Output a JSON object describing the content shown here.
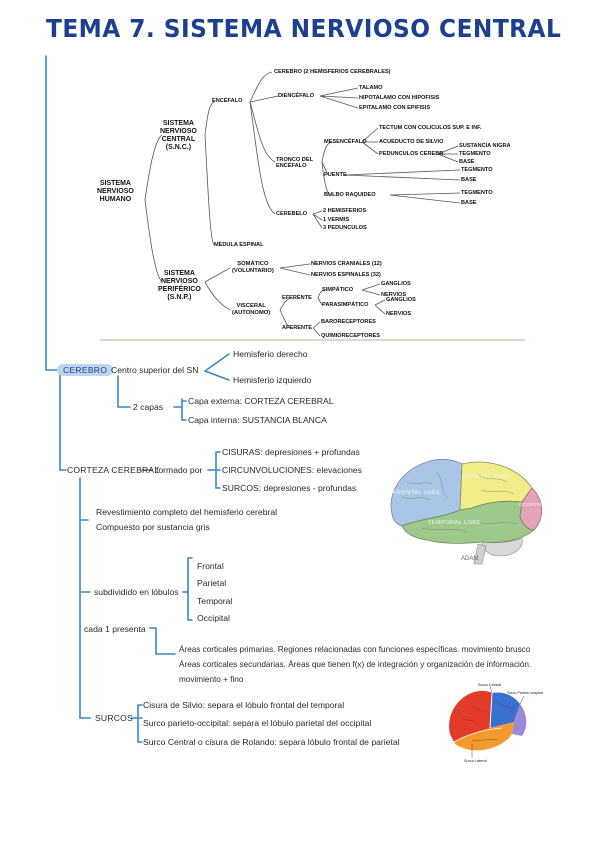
{
  "title": "TEMA 7. SISTEMA NERVIOSO CENTRAL",
  "diagram": {
    "root": "SISTEMA\nNERVIOSO\nHUMANO",
    "snc": "SISTEMA\nNERVIOSO\nCENTRAL\n(S.N.C.)",
    "snp": "SISTEMA\nNERVIOSO\nPERIFÉRICO\n(S.N.P.)",
    "encefalo": "ENCÉFALO",
    "medula": "MEDULA ESPINAL",
    "cerebro": "CEREBRO  (2 HEMISFERIOS CEREBRALES)",
    "diencefalo": "DIENCÉFALO",
    "talamo": "TALAMO",
    "hipotalamo": "HIPOTALAMO CON HIPOFISIS",
    "epitalamo": "EPITALAMO CON EPIFISIS",
    "tronco": "TRONCO DEL\nENCÉFALO",
    "mesencefalo": "MESENCÉFALO",
    "tectum": "TECTUM CON COLICULOS SUP. E INF.",
    "acueducto": "ACUEDUCTO DE SILVIO",
    "pedunculos_cerebr": "PEDUNCULOS CEREBR.",
    "sustancia_negra": "SUSTANCIA NIGRA",
    "tegmento1": "TEGMENTO",
    "base1": "BASE",
    "puente": "PUENTE",
    "tegmento2": "TEGMENTO",
    "base2": "BASE",
    "bulbo": "BULBO RAQUIDEO",
    "tegmento3": "TEGMENTO",
    "base3": "BASE",
    "cerebelo": "CEREBELO",
    "hemisferios2": "2 HEMISFERIOS",
    "vermis": "1 VERMIS",
    "pedunculos3": "3 PEDUNCULOS",
    "somatico": "SOMÁTICO\n(VOLUNTARIO)",
    "craneales": "NERVIOS CRANIALES (12)",
    "espinales": "NERVIOS ESPINALES (32)",
    "visceral": "VISCERAL\n(AUTONOMO)",
    "eferente": "EFERENTE",
    "simpatico": "SIMPÁTICO",
    "ganglios1": "GANGLIOS",
    "nervios1": "NERVIOS",
    "parasimpatico": "PARASIMPÁTICO",
    "ganglios2": "GANGLIOS",
    "nervios2": "NERVIOS",
    "aferente": "AFERENTE",
    "baroreceptores": "BARORECEPTORES",
    "quimioreceptores": "QUIMIORECEPTORES"
  },
  "notes": {
    "cerebro": "CEREBRO",
    "centro_superior": "Centro superior del SN",
    "hemisferio_derecho": "Hemisferio derecho",
    "hemisferio_izquierdo": "Hemisferio izquierdo",
    "dos_capas": "2 capas",
    "capa_externa": "Capa externa: CORTEZA CEREBRAL",
    "capa_interna": "Capa interna: SUSTANCIA BLANCA",
    "corteza_cerebral": "CORTEZA CEREBRAL",
    "formado_por": "formado por",
    "cisuras": "CISURAS: depresiones + profundas",
    "circunvoluciones": "CIRCUNVOLUCIONES: elevaciones",
    "surcos_def": "SURCOS: depresiones - profundas",
    "revestimiento": "Revestimiento completo del hemisferio cerebral",
    "compuesto": "Compuesto por sustancia gris",
    "subdividido": "subdividido en lóbulos",
    "frontal": "Frontal",
    "parietal": "Parietal",
    "temporal": "Temporal",
    "occipital": "Occipital",
    "cada_presenta": "cada 1 presenta",
    "areas_primarias": "Áreas corticales primarias. Regiones relacionadas con funciones específicas. movimiento brusco",
    "areas_secundarias": "Áreas corticales secundarias. Áreas que tienen f(x) de integración y organización de información.",
    "movimiento_fino": "movimiento + fino",
    "surcos": "SURCOS",
    "cisura_silvio": "Cisura de Silvio: separa el lóbulo frontal del temporal",
    "surco_parieto": "Surco parieto-occipital: separa el lóbulo parietal del occipital",
    "surco_central": "Surco Central o cisura de Rolando: separa lóbulo frontal de parietal"
  },
  "brain1": {
    "frontal": "FRONTAL LOBE",
    "parietal": "PARIETAL LOBE",
    "temporal": "TEMPORAL LOBE",
    "occipital": "OCCIPITAL",
    "credit": "ADAM"
  },
  "brain2": {
    "surco_central": "Surco Central",
    "surco_parieto": "Surco Parieto-occipital",
    "surco_lateral": "Surco Lateral"
  },
  "colors": {
    "title": "#1c3f8f",
    "accent_line": "#3b86c8",
    "pill": "#bcd6ee",
    "frontal": "#a9c6e6",
    "parietal": "#f3ec8a",
    "temporal": "#9fc98b",
    "occipital": "#e4a3b8"
  }
}
